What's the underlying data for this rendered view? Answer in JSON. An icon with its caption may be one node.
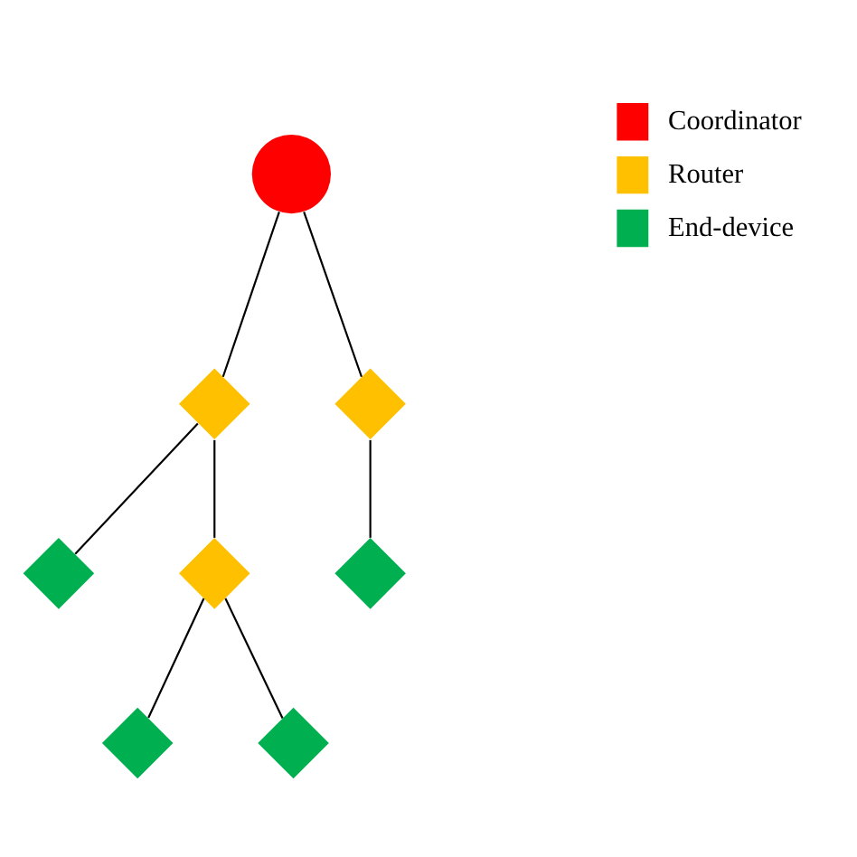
{
  "diagram": {
    "nodes": [
      {
        "text": [],
        "shape": "circle"
      },
      {
        "text": [],
        "shape": "diamond"
      },
      {
        "text": [],
        "shape": "diamond"
      },
      {
        "text": [],
        "shape": "diamond"
      },
      {
        "text": [],
        "shape": "diamond"
      },
      {
        "text": [],
        "shape": "diamond"
      },
      {
        "text": [],
        "shape": "diamond"
      },
      {
        "text": [],
        "shape": "diamond"
      }
    ],
    "edges": [
      {
        "from": 0,
        "to": 1,
        "arrow": "none"
      },
      {
        "from": 0,
        "to": 2,
        "arrow": "none"
      },
      {
        "from": 1,
        "to": 3,
        "arrow": "none"
      },
      {
        "from": 1,
        "to": 4,
        "arrow": "none"
      },
      {
        "from": 2,
        "to": 5,
        "arrow": "none"
      },
      {
        "from": 4,
        "to": 6,
        "arrow": "none"
      },
      {
        "from": 4,
        "to": 7,
        "arrow": "none"
      }
    ],
    "legend": [
      {
        "text": "Coordinator",
        "color": "#ff0000"
      },
      {
        "text": "Router",
        "color": "#ffc000"
      },
      {
        "text": "End-device",
        "color": "#00b050"
      }
    ]
  }
}
